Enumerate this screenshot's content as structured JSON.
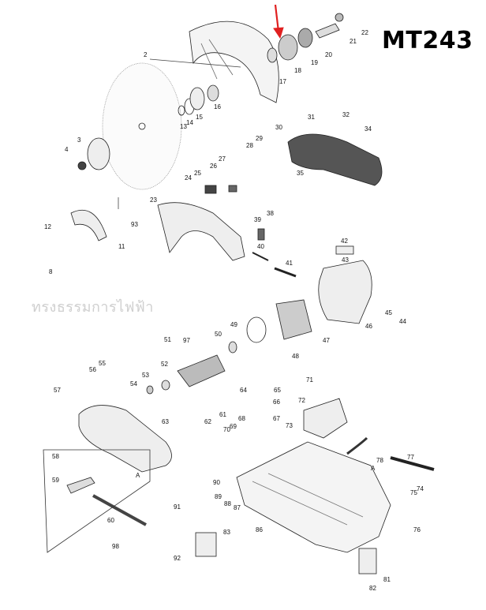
{
  "diagram": {
    "model": "MT243",
    "watermark": "ทรงธรรมการไฟฟ้า",
    "part_labels": [
      "2",
      "3",
      "4",
      "8",
      "11",
      "12",
      "13",
      "14",
      "15",
      "16",
      "17",
      "18",
      "19",
      "20",
      "21",
      "22",
      "23",
      "24",
      "25",
      "26",
      "27",
      "28",
      "29",
      "30",
      "31",
      "32",
      "34",
      "35",
      "38",
      "39",
      "40",
      "41",
      "42",
      "43",
      "44",
      "45",
      "46",
      "47",
      "48",
      "49",
      "50",
      "51",
      "52",
      "53",
      "54",
      "55",
      "56",
      "57",
      "58",
      "59",
      "60",
      "61",
      "62",
      "63",
      "64",
      "65",
      "66",
      "67",
      "68",
      "69",
      "70",
      "71",
      "72",
      "73",
      "74",
      "75",
      "76",
      "77",
      "78",
      "81",
      "82",
      "83",
      "86",
      "87",
      "88",
      "89",
      "90",
      "91",
      "92",
      "93",
      "97",
      "98",
      "A",
      "A"
    ],
    "highlight": {
      "arrow": "red-arrow",
      "color": "#e02020"
    },
    "colors": {
      "line": "#222222",
      "part_fill": "#f2f2f2",
      "dark_part": "#333333"
    }
  }
}
